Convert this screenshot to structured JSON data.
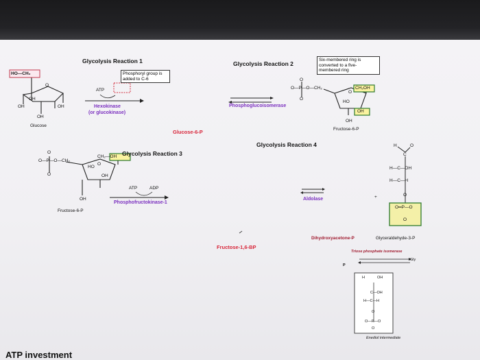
{
  "reaction1": {
    "title": "Glycolysis Reaction 1",
    "ho_ch2": "HO—CH₂",
    "callout": "Phosphoryl group is added to C-6",
    "atp": "ATP",
    "enzyme": "Hexokinase",
    "enzyme_alt": "(or glucokinase)",
    "oh_top": "OH",
    "oh_left": "OH",
    "oh_right": "OH",
    "oh_bottom": "OH",
    "o_ring": "O",
    "molecule": "Glucose",
    "product": "Glucose-6-P"
  },
  "reaction2": {
    "title": "Glycolysis Reaction 2",
    "callout": "Six-membered ring is converted to a five-membered ring",
    "enzyme": "Phosphoglucoisomerase",
    "phosphate_chain": "O—P—O—CH₂",
    "o_top": "O",
    "o_bottom": "O",
    "ch2oh": "CH₂OH",
    "ho": "HO",
    "oh_box": "OH",
    "oh_bottom": "OH",
    "o_ring": "O",
    "molecule": "Fructose-6-P"
  },
  "reaction3": {
    "title": "Glycolysis Reaction 3",
    "phosphate_chain": "O—P—O—CH₂",
    "ch2oh": "CH₂—OH",
    "ho": "HO",
    "oh_right": "OH",
    "oh_bottom": "OH",
    "o_ring": "O",
    "o_top": "O",
    "o_bottom": "O",
    "atp": "ATP",
    "adp": "ADP",
    "enzyme": "Phosphofructokinase-1",
    "molecule": "Fructose-6-P",
    "product": "Fructose-1,6-BP"
  },
  "reaction4": {
    "title": "Glycolysis Reaction 4",
    "enzyme": "Aldolase",
    "plus": "+",
    "ald_h": "H",
    "ald_o": "O",
    "ald_c": "C",
    "row1": "H—C—OH",
    "row2": "H—C—H",
    "o_link": "O",
    "phosphate": "O═P—O",
    "o_bottom": "O",
    "dhap": "Dihydroxyacetone-P",
    "g3p": "Glyceraldehyde-3-P",
    "isomerase": "Triose phosphate isomerase",
    "glyc_abbrev": "Gly",
    "p_left": "P",
    "enediol_h": "H",
    "enediol_oh": "OH",
    "enediol_c_oh": "C—OH",
    "enediol_h_c_h": "H—C—H",
    "enediol_o": "O",
    "enediol_p": "O—P—O",
    "enediol_o_bottom": "O",
    "enediol": "Enediol intermediate"
  },
  "footer": {
    "atp_investment": "ATP investment"
  }
}
